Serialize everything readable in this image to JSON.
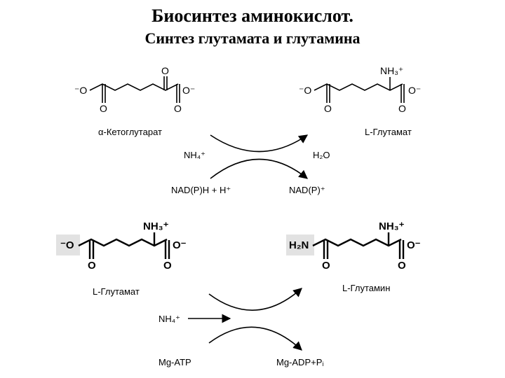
{
  "title": {
    "line1": "Биосинтез  аминокислот.",
    "line2": "Синтез глутамата и глутамина"
  },
  "reaction1": {
    "substrate": "α-Кетоглутарат",
    "product": "L-Глутамат",
    "input_top": "NH₄⁺",
    "input_bottom": "NAD(P)H + H⁺",
    "output_top": "H₂O",
    "output_bottom": "NAD(P)⁺"
  },
  "reaction2": {
    "substrate": "L-Глутамат",
    "product": "L-Глутамин",
    "input_top": "NH₄⁺",
    "input_bottom": "Mg-ATP",
    "output_bottom": "Mg-ADP+Pᵢ"
  },
  "atoms": {
    "o_minus": "⁻O",
    "o_minus_r": "O⁻",
    "o": "O",
    "nh3": "NH₃⁺",
    "h2n": "H₂N"
  }
}
